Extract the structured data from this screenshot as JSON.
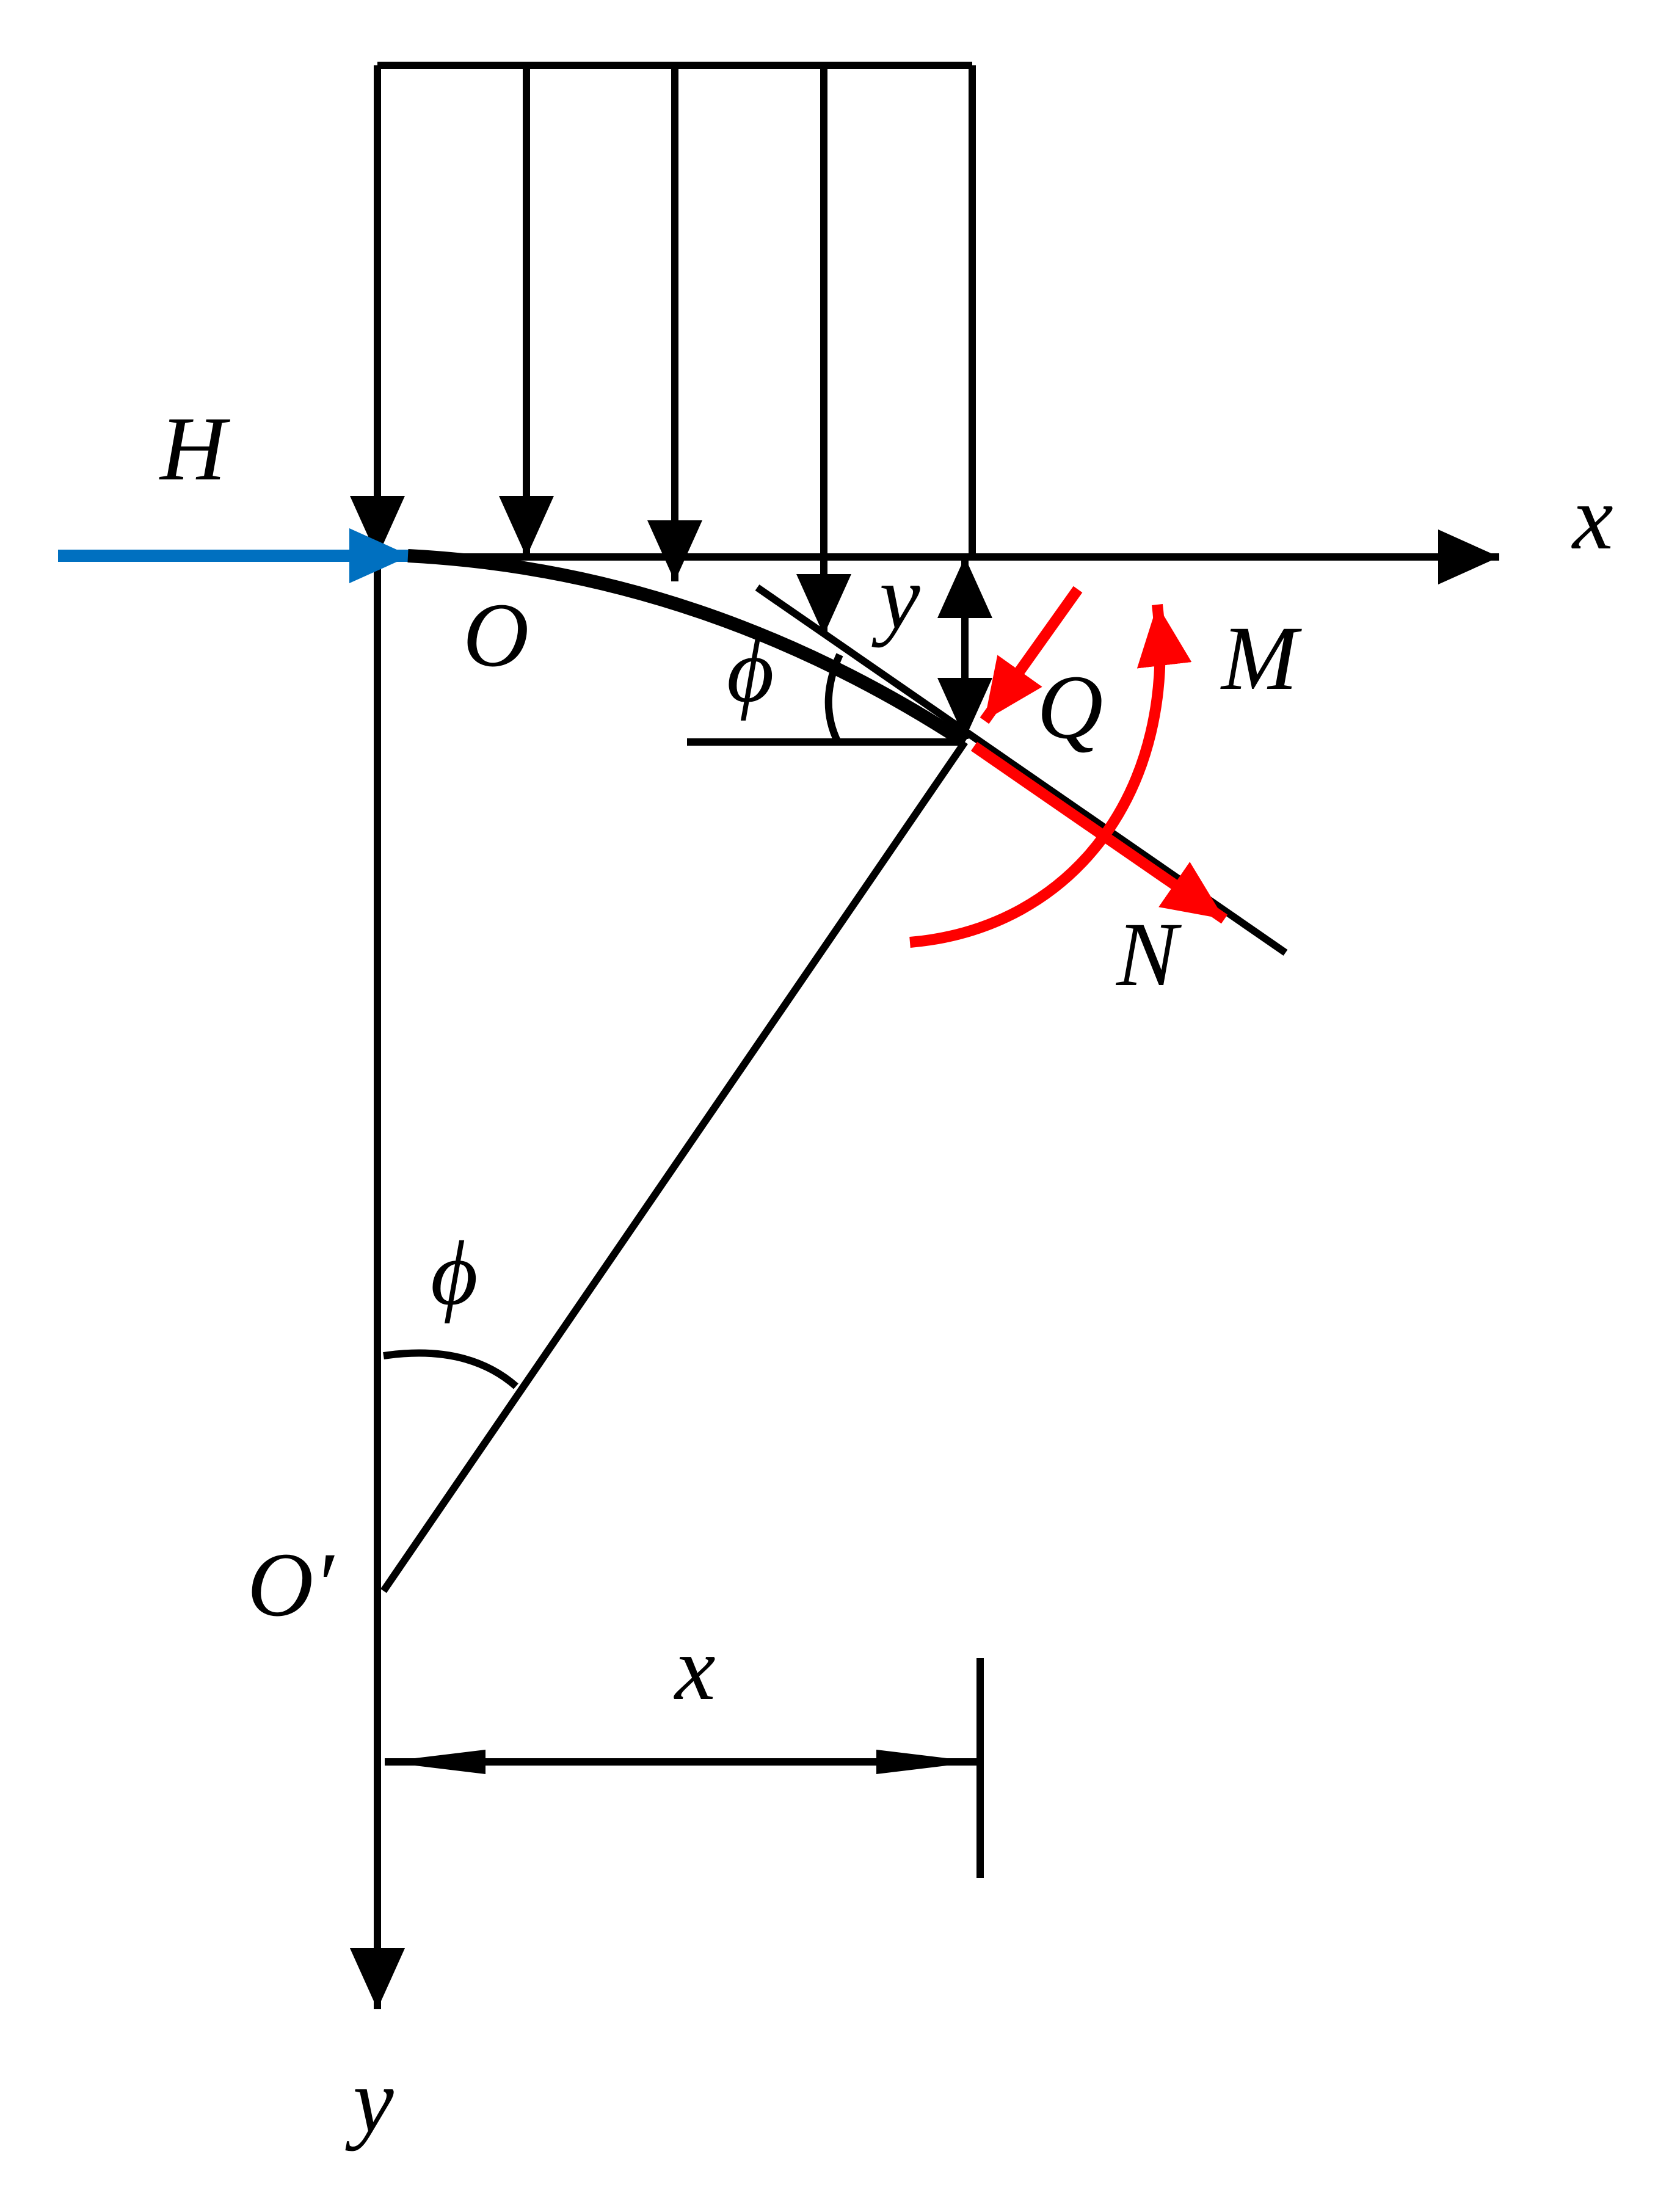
{
  "labels": {
    "H": "H",
    "x_axis": "x",
    "O": "O",
    "y_small": "y",
    "phi_top": "ϕ",
    "Q": "Q",
    "M": "M",
    "N": "N",
    "phi_bottom": "ϕ",
    "O_prime": "O′",
    "x_dim": "x",
    "y_axis": "y"
  },
  "colors": {
    "structure": "#000000",
    "thrust_H": "#0070C0",
    "internal_forces": "#FF0000"
  }
}
